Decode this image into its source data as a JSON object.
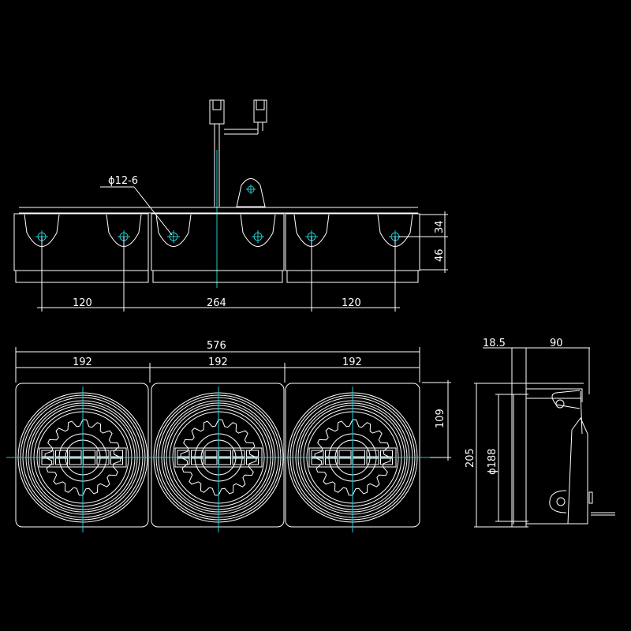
{
  "colors": {
    "background": "#000000",
    "line": "#ffffff",
    "centerline": "#22c8d0"
  },
  "top_view": {
    "hole_label": "ϕ12-6",
    "dim_left": "120",
    "dim_mid": "264",
    "dim_right": "120",
    "dim_upper": "34",
    "dim_lower": "46"
  },
  "front_view": {
    "dim_total": "576",
    "dim_section_1": "192",
    "dim_section_2": "192",
    "dim_section_3": "192",
    "dim_half_height": "109"
  },
  "side_view": {
    "dim_lens": "18.5",
    "dim_depth": "90",
    "dim_height": "205",
    "dim_diameter": "ϕ188"
  }
}
